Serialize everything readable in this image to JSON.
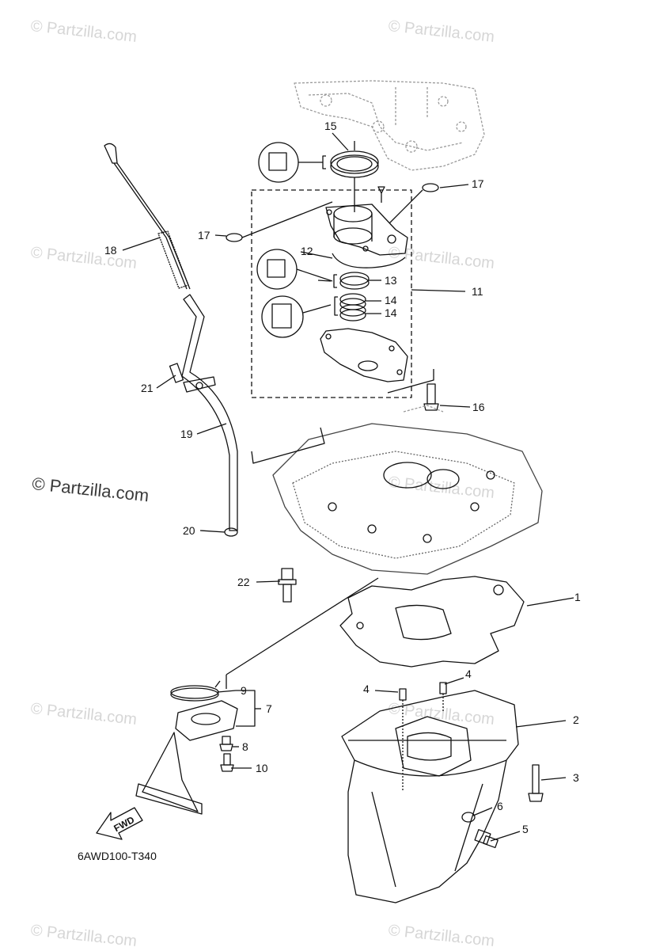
{
  "watermark": "© Partzilla.com",
  "diagram_code": "6AWD100-T340",
  "fwd_label": "FWD",
  "callouts": {
    "c1": "1",
    "c2": "2",
    "c3": "3",
    "c4a": "4",
    "c4b": "4",
    "c5": "5",
    "c6": "6",
    "c7": "7",
    "c8": "8",
    "c9": "9",
    "c10": "10",
    "c11": "11",
    "c12": "12",
    "c13": "13",
    "c14a": "14",
    "c14b": "14",
    "c15": "15",
    "c16": "16",
    "c17a": "17",
    "c17b": "17",
    "c18": "18",
    "c19": "19",
    "c20": "20",
    "c21": "21",
    "c22": "22"
  },
  "colors": {
    "line": "#111111",
    "ghost": "#9a9a9a",
    "watermark": "#d6d6d6"
  }
}
